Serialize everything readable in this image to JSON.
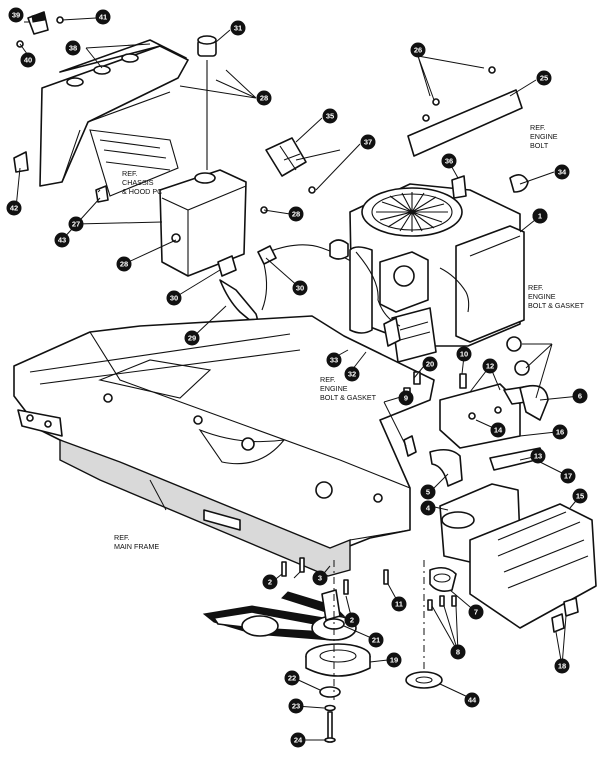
{
  "callouts": [
    {
      "id": "c39",
      "label": "39"
    },
    {
      "id": "c41",
      "label": "41"
    },
    {
      "id": "c40",
      "label": "40"
    },
    {
      "id": "c38",
      "label": "38"
    },
    {
      "id": "c31",
      "label": "31"
    },
    {
      "id": "c28a",
      "label": "28"
    },
    {
      "id": "c26",
      "label": "26"
    },
    {
      "id": "c25",
      "label": "25"
    },
    {
      "id": "c35",
      "label": "35"
    },
    {
      "id": "c37",
      "label": "37"
    },
    {
      "id": "c36",
      "label": "36"
    },
    {
      "id": "c34",
      "label": "34"
    },
    {
      "id": "c42a",
      "label": "42"
    },
    {
      "id": "c43",
      "label": "43"
    },
    {
      "id": "c27",
      "label": "27"
    },
    {
      "id": "c28b",
      "label": "28"
    },
    {
      "id": "c29",
      "label": "29"
    },
    {
      "id": "c1",
      "label": "1"
    },
    {
      "id": "c28c",
      "label": "28"
    },
    {
      "id": "c30a",
      "label": "30"
    },
    {
      "id": "c30b",
      "label": "30"
    },
    {
      "id": "c29b",
      "label": "29"
    },
    {
      "id": "c6",
      "label": "6"
    },
    {
      "id": "c33",
      "label": "33"
    },
    {
      "id": "c32",
      "label": "32"
    },
    {
      "id": "c20",
      "label": "20"
    },
    {
      "id": "c10",
      "label": "10"
    },
    {
      "id": "c12",
      "label": "12"
    },
    {
      "id": "c9",
      "label": "9"
    },
    {
      "id": "c14",
      "label": "14"
    },
    {
      "id": "c16",
      "label": "16"
    },
    {
      "id": "c13",
      "label": "13"
    },
    {
      "id": "c17",
      "label": "17"
    },
    {
      "id": "c5",
      "label": "5"
    },
    {
      "id": "c4",
      "label": "4"
    },
    {
      "id": "c15",
      "label": "15"
    },
    {
      "id": "c2a",
      "label": "2"
    },
    {
      "id": "c3",
      "label": "3"
    },
    {
      "id": "c2b",
      "label": "2"
    },
    {
      "id": "c11",
      "label": "11"
    },
    {
      "id": "c21",
      "label": "21"
    },
    {
      "id": "c7",
      "label": "7"
    },
    {
      "id": "c8",
      "label": "8"
    },
    {
      "id": "c19",
      "label": "19"
    },
    {
      "id": "c22",
      "label": "22"
    },
    {
      "id": "c23",
      "label": "23"
    },
    {
      "id": "c24",
      "label": "24"
    },
    {
      "id": "c44",
      "label": "44"
    },
    {
      "id": "c18",
      "label": "18"
    },
    {
      "id": "c42b",
      "label": "42"
    }
  ],
  "ref_labels": {
    "chassis_hood": [
      "REF.",
      "CHASSIS",
      "& HOOD PC"
    ],
    "engine_bolt": [
      "REF.",
      "ENGINE",
      "BOLT"
    ],
    "engine_bolt_gasket_right": [
      "REF.",
      "ENGINE",
      "BOLT & GASKET"
    ],
    "engine_bolt_gasket_left": [
      "REF.",
      "ENGINE",
      "BOLT & GASKET"
    ],
    "main_frame": [
      "REF.",
      "MAIN FRAME"
    ]
  }
}
